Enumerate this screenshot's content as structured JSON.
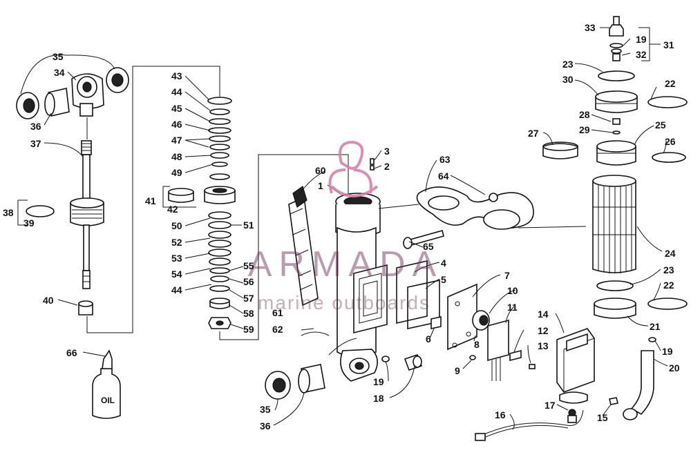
{
  "watermark": {
    "brand": "ARMADA",
    "tagline": "marine outboards",
    "logo_color": "#d87aa8",
    "text_color": "#6b2b55"
  },
  "bottle_label": "OIL",
  "callouts": {
    "c1": "1",
    "c2": "2",
    "c3": "3",
    "c4": "4",
    "c5": "5",
    "c6": "6",
    "c7": "7",
    "c8": "8",
    "c9": "9",
    "c10": "10",
    "c11": "11",
    "c12": "12",
    "c13": "13",
    "c14": "14",
    "c15": "15",
    "c16": "16",
    "c17": "17",
    "c18": "18",
    "c19": "19",
    "c20": "20",
    "c21": "21",
    "c22": "22",
    "c23": "23",
    "c24": "24",
    "c25": "25",
    "c26": "26",
    "c27": "27",
    "c28": "28",
    "c29": "29",
    "c30": "30",
    "c31": "31",
    "c32": "32",
    "c33": "33",
    "c34": "34",
    "c35": "35",
    "c36": "36",
    "c37": "37",
    "c38": "38",
    "c39": "39",
    "c40": "40",
    "c41": "41",
    "c42": "42",
    "c43": "43",
    "c44": "44",
    "c45": "45",
    "c46": "46",
    "c47": "47",
    "c48": "48",
    "c49": "49",
    "c50": "50",
    "c51": "51",
    "c52": "52",
    "c53": "53",
    "c54": "54",
    "c55": "55",
    "c56": "56",
    "c57": "57",
    "c58": "58",
    "c59": "59",
    "c60": "60",
    "c61": "61",
    "c62": "62",
    "c63": "63",
    "c64": "64",
    "c65": "65",
    "c66": "66"
  }
}
